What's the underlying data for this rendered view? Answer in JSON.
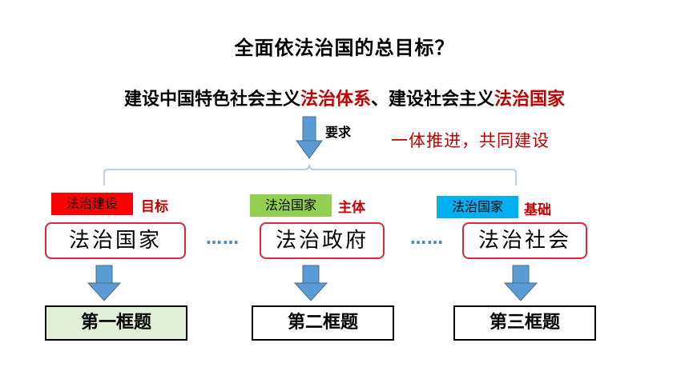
{
  "title": "全面依法治国的总目标？",
  "subtitle": {
    "part1": "建设中国特色社会主义",
    "part2": "法治体系",
    "part3": "、建设社会主义",
    "part4": "法治国家"
  },
  "requirement_label": "要求",
  "slogan": "一体推进，共同建设",
  "columns": [
    {
      "tag": "法治建设",
      "role": "目标",
      "pill": "法治国家",
      "box": "第一框题"
    },
    {
      "tag": "法治国家",
      "role": "主体",
      "pill": "法治政府",
      "box": "第二框题"
    },
    {
      "tag": "法治国家",
      "role": "基础",
      "pill": "法治社会",
      "box": "第三框题"
    }
  ],
  "connector_dots": "……",
  "colors": {
    "accent_red": "#c00000",
    "tag_red": "#ff0000",
    "tag_green": "#92d050",
    "tag_blue": "#00b0f0",
    "arrow_blue": "#5b9bd5",
    "pill_border": "#e0243a",
    "box_green_fill": "#e2f0d9"
  }
}
